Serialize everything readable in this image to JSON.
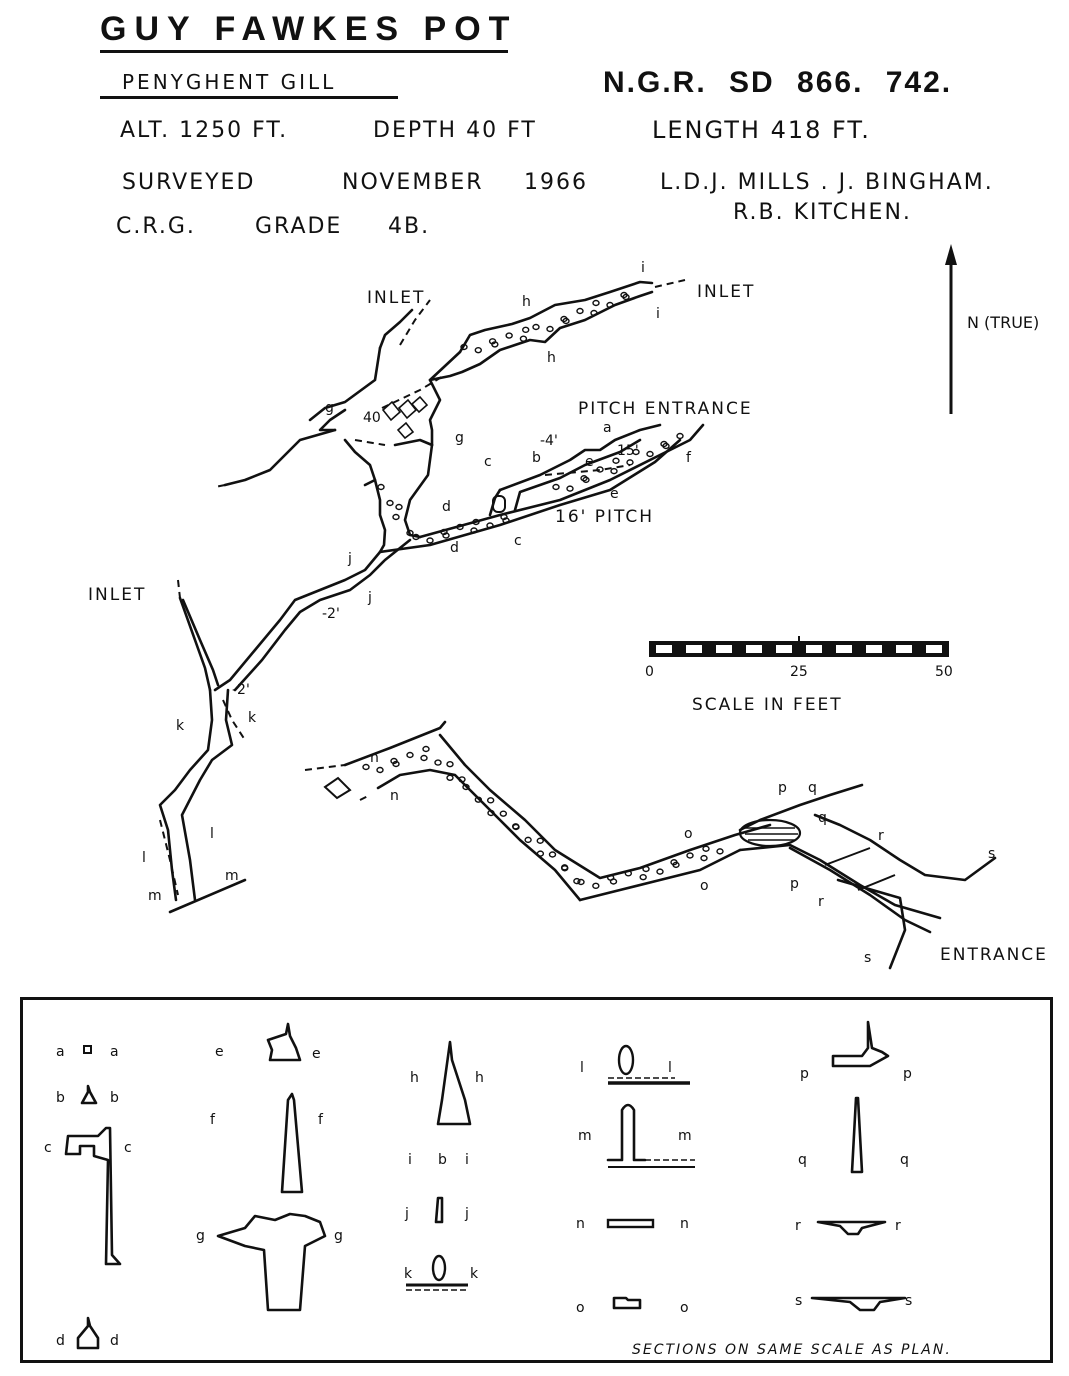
{
  "header": {
    "title": "GUY FAWKES POT",
    "location": "PENYGHENT GILL",
    "ngr": "N.G.R. SD 866. 742.",
    "alt": "ALT. 1250 FT.",
    "depth": "DEPTH 40 FT",
    "length": "LENGTH 418 FT.",
    "surveyed_label": "SURVEYED",
    "surveyed_month": "NOVEMBER",
    "surveyed_year": "1966",
    "surveyors_line1": "L.D.J. MILLS . J. BINGHAM.",
    "surveyors_line2": "R.B. KITCHEN.",
    "crg_label": "C.R.G.",
    "crg_grade_label": "GRADE",
    "crg_grade": "4B."
  },
  "north_arrow": {
    "label": "N (TRUE)"
  },
  "scale_bar": {
    "ticks": [
      "0",
      "25",
      "50"
    ],
    "range_feet": [
      0,
      50
    ],
    "segments": 10,
    "label": "SCALE IN FEET"
  },
  "plan": {
    "annotations": {
      "inlet_nw": "INLET",
      "inlet_ne": "INLET",
      "inlet_w": "INLET",
      "pitch_entrance": "PITCH ENTRANCE",
      "pitch_16": "16' PITCH",
      "drop_4": "-4'",
      "drop_15": "15'",
      "drop_2a": "-2'",
      "drop_2b": "-2'",
      "entrance": "ENTRANCE",
      "boulder_40": "40"
    },
    "section_markers": [
      "a",
      "b",
      "c",
      "d",
      "e",
      "f",
      "g",
      "h",
      "i",
      "j",
      "k",
      "l",
      "m",
      "n",
      "o",
      "p",
      "q",
      "r",
      "s"
    ]
  },
  "sections": {
    "footer": "SECTIONS ON SAME SCALE AS PLAN.",
    "items": [
      {
        "id": "a",
        "label": "a"
      },
      {
        "id": "b",
        "label": "b"
      },
      {
        "id": "c",
        "label": "c"
      },
      {
        "id": "d",
        "label": "d"
      },
      {
        "id": "e",
        "label": "e"
      },
      {
        "id": "f",
        "label": "f"
      },
      {
        "id": "g",
        "label": "g"
      },
      {
        "id": "h",
        "label": "h"
      },
      {
        "id": "i",
        "label": "i"
      },
      {
        "id": "j",
        "label": "j"
      },
      {
        "id": "k",
        "label": "k"
      },
      {
        "id": "l",
        "label": "l"
      },
      {
        "id": "m",
        "label": "m"
      },
      {
        "id": "n",
        "label": "n"
      },
      {
        "id": "o",
        "label": "o"
      },
      {
        "id": "p",
        "label": "p"
      },
      {
        "id": "q",
        "label": "q"
      },
      {
        "id": "r",
        "label": "r"
      },
      {
        "id": "s",
        "label": "s"
      }
    ]
  }
}
